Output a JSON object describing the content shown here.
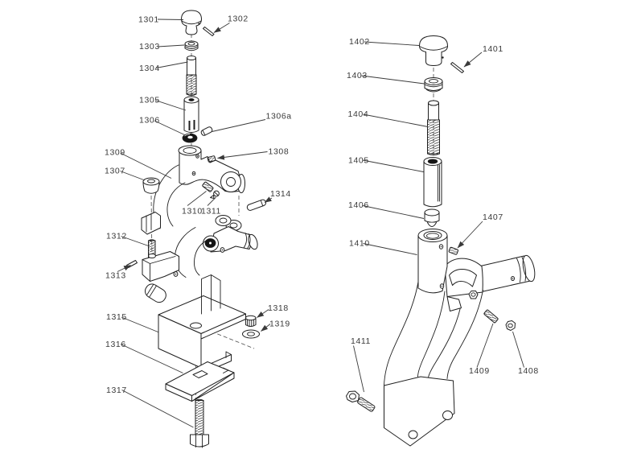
{
  "diagram": {
    "type": "exploded-parts-diagram",
    "colors": {
      "background": "#ffffff",
      "line": "#1f1f1f",
      "label": "#3a3a3a",
      "black_fill": "#151515"
    },
    "left_assembly": {
      "labels": {
        "1301": "1301",
        "1302": "1302",
        "1303": "1303",
        "1304": "1304",
        "1305": "1305",
        "1306": "1306",
        "1306a": "1306a",
        "1307": "1307",
        "1308": "1308",
        "1309": "1309",
        "1310": "1310",
        "1311": "1311",
        "1312": "1312",
        "1313": "1313",
        "1314": "1314",
        "1315": "1315",
        "1316": "1316",
        "1317": "1317",
        "1318": "1318",
        "1319": "1319"
      }
    },
    "right_assembly": {
      "labels": {
        "1401": "1401",
        "1402": "1402",
        "1403": "1403",
        "1404": "1404",
        "1405": "1405",
        "1406": "1406",
        "1407": "1407",
        "1408": "1408",
        "1409": "1409",
        "1410": "1410",
        "1411": "1411"
      }
    }
  }
}
